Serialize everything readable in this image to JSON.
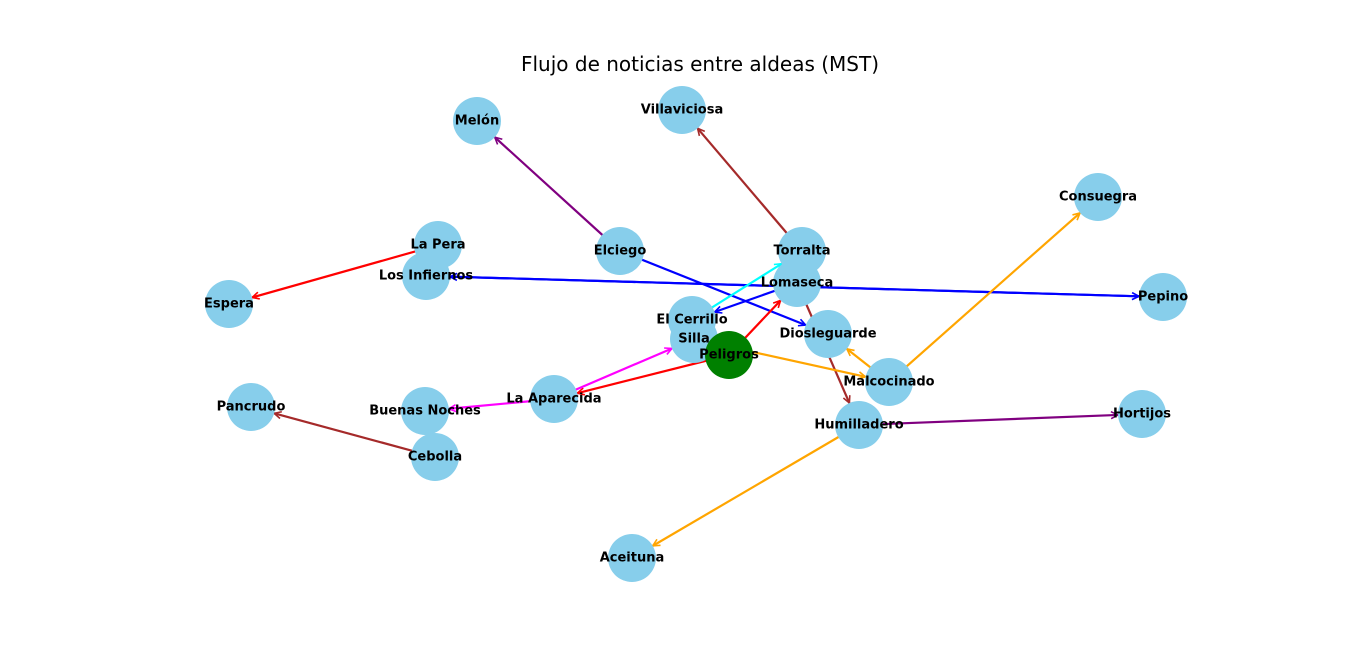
{
  "title": "Flujo de noticias entre aldeas (MST)",
  "colors": {
    "node_default": "#87ceeb",
    "node_highlight": "#008000",
    "background": "#ffffff"
  },
  "nodes": [
    {
      "id": "melon",
      "label": "Melón"
    },
    {
      "id": "villaviciosa",
      "label": "Villaviciosa"
    },
    {
      "id": "consuegra",
      "label": "Consuegra"
    },
    {
      "id": "la-pera",
      "label": "La Pera"
    },
    {
      "id": "los-infiernos",
      "label": "Los Infiernos"
    },
    {
      "id": "elciego",
      "label": "Elciego"
    },
    {
      "id": "torralta",
      "label": "Torralta"
    },
    {
      "id": "lomaseca",
      "label": "Lomaseca"
    },
    {
      "id": "espera",
      "label": "Espera"
    },
    {
      "id": "pepino",
      "label": "Pepino"
    },
    {
      "id": "el-cerrillo",
      "label": "El Cerrillo"
    },
    {
      "id": "silla",
      "label": "Silla"
    },
    {
      "id": "peligros",
      "label": "Peligros",
      "highlight": true
    },
    {
      "id": "diosleguarde",
      "label": "Diosleguarde"
    },
    {
      "id": "malcocinado",
      "label": "Malcocinado"
    },
    {
      "id": "la-aparecida",
      "label": "La Aparecida"
    },
    {
      "id": "buenas-noches",
      "label": "Buenas Noches"
    },
    {
      "id": "pancrudo",
      "label": "Pancrudo"
    },
    {
      "id": "cebolla",
      "label": "Cebolla"
    },
    {
      "id": "humilladero",
      "label": "Humilladero"
    },
    {
      "id": "hortijos",
      "label": "Hortijos"
    },
    {
      "id": "aceituna",
      "label": "Aceituna"
    }
  ],
  "edges": [
    {
      "from": "elciego",
      "to": "melon",
      "color": "#800080"
    },
    {
      "from": "torralta",
      "to": "villaviciosa",
      "color": "#a52a2a"
    },
    {
      "from": "la-pera",
      "to": "espera",
      "color": "#ff0000"
    },
    {
      "from": "pepino",
      "to": "los-infiernos",
      "color": "#0000ff"
    },
    {
      "from": "los-infiernos",
      "to": "pepino",
      "color": "#0000ff"
    },
    {
      "from": "elciego",
      "to": "diosleguarde",
      "color": "#0000ff"
    },
    {
      "from": "lomaseca",
      "to": "el-cerrillo",
      "color": "#0000ff"
    },
    {
      "from": "el-cerrillo",
      "to": "torralta",
      "color": "#00ffff"
    },
    {
      "from": "peligros",
      "to": "lomaseca",
      "color": "#ff0000"
    },
    {
      "from": "peligros",
      "to": "la-aparecida",
      "color": "#ff0000"
    },
    {
      "from": "lomaseca",
      "to": "humilladero",
      "color": "#a52a2a"
    },
    {
      "from": "la-aparecida",
      "to": "silla",
      "color": "#ff00ff"
    },
    {
      "from": "la-aparecida",
      "to": "buenas-noches",
      "color": "#ff00ff"
    },
    {
      "from": "silla",
      "to": "malcocinado",
      "color": "#ffa500"
    },
    {
      "from": "malcocinado",
      "to": "diosleguarde",
      "color": "#ffa500"
    },
    {
      "from": "malcocinado",
      "to": "consuegra",
      "color": "#ffa500"
    },
    {
      "from": "humilladero",
      "to": "aceituna",
      "color": "#ffa500"
    },
    {
      "from": "cebolla",
      "to": "pancrudo",
      "color": "#a52a2a"
    },
    {
      "from": "humilladero",
      "to": "hortijos",
      "color": "#800080"
    }
  ]
}
